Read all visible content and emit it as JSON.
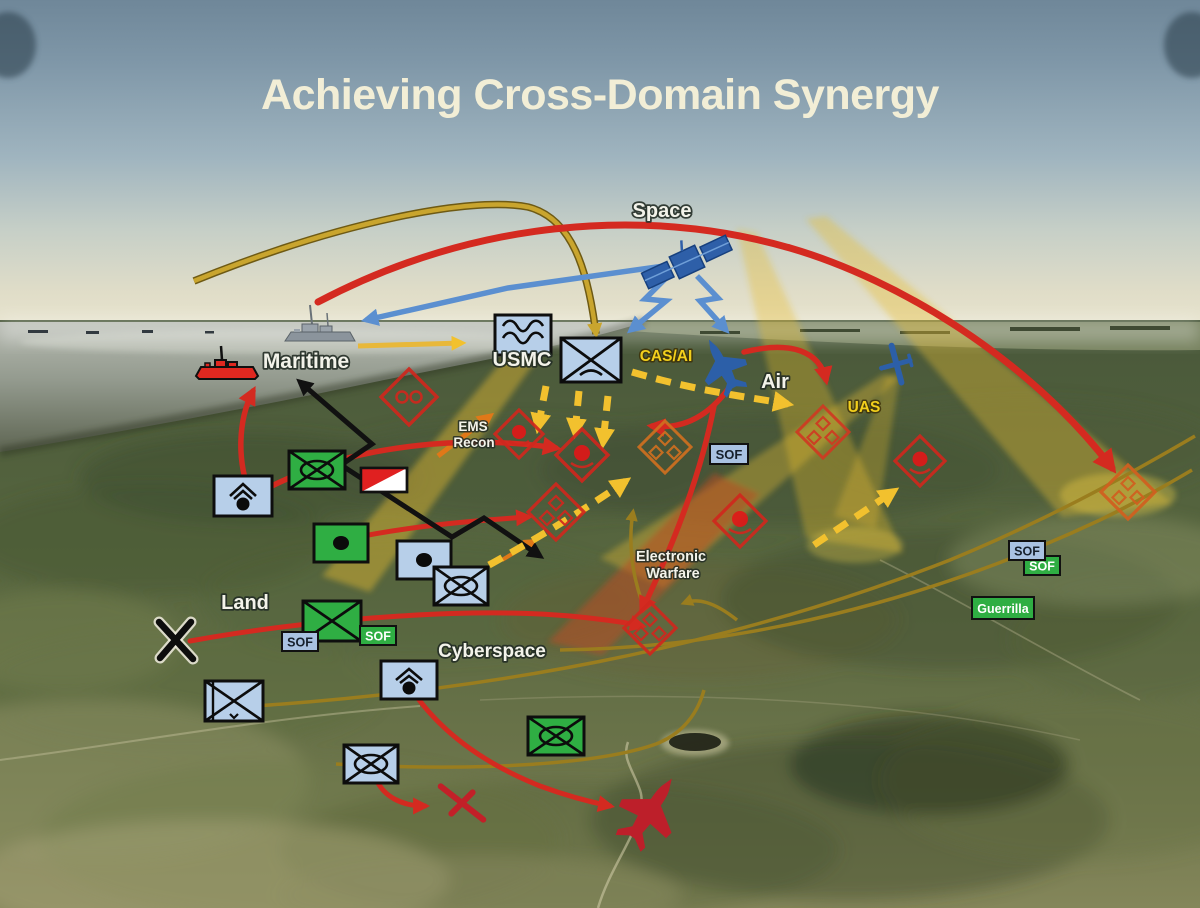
{
  "title": "Achieving Cross-Domain Synergy",
  "domain_labels": {
    "space": "Space",
    "maritime": "Maritime",
    "air": "Air",
    "land": "Land",
    "cyberspace": "Cyberspace"
  },
  "annotations": {
    "usmc": "USMC",
    "cas_ai": "CAS/AI",
    "uas": "UAS",
    "ems_recon": [
      "EMS",
      "Recon"
    ],
    "electronic_warfare": [
      "Electronic",
      "Warfare"
    ],
    "sof": "SOF",
    "guerrilla": "Guerrilla"
  },
  "icons": {
    "satellite-icon": "blue satellite with solar panels and downlink bolts",
    "destroyer-ship-icon": "gray navy destroyer on horizon",
    "enemy-ship-icon": "red hostile surface combatant",
    "fighter-jet-icon": "blue friendly strike fighter",
    "uav-icon": "blue unmanned aircraft",
    "enemy-fighter-icon": "red hostile fighter",
    "downed-aircraft-icon": "red crossed-out aircraft",
    "boundary-x-icon": "black X ground marker"
  },
  "units": {
    "friendly_blue": [
      "amphibious-usmc",
      "mechanized-infantry-amphibious",
      "self-propelled-artillery",
      "artillery",
      "armored-cavalry",
      "infantry-division",
      "self-propelled-artillery-2",
      "armored-cavalry-2"
    ],
    "allied_green": [
      "armored-cavalry",
      "artillery",
      "infantry",
      "armored-cavalry-2"
    ],
    "enemy_red": [
      "motorized-diamond",
      "artillery-diamond-1",
      "artillery-diamond-2",
      "cluster-diamond-1",
      "cluster-diamond-2",
      "artillery-diamond-3",
      "cluster-diamond-3",
      "artillery-diamond-4",
      "cluster-diamond-4",
      "cluster-diamond-5"
    ],
    "control_measures": [
      "red-white-flag",
      "boundary-x"
    ]
  },
  "colors": {
    "title_cream": "#f2eed6",
    "sky_top": "#75909f",
    "friendly_blue_fill": "#b7cfe9",
    "allied_green_fill": "#2fae43",
    "enemy_red": "#d0281e",
    "strike_red": "#d42a20",
    "dashed_yellow": "#f2c12e",
    "comms_gold": "#c9a52e",
    "cyber_olive": "#9a7d1e",
    "space_link_blue": "#5b8fd0",
    "beam_gold": "#e8bc2e",
    "ew_orange": "#c34a22"
  }
}
